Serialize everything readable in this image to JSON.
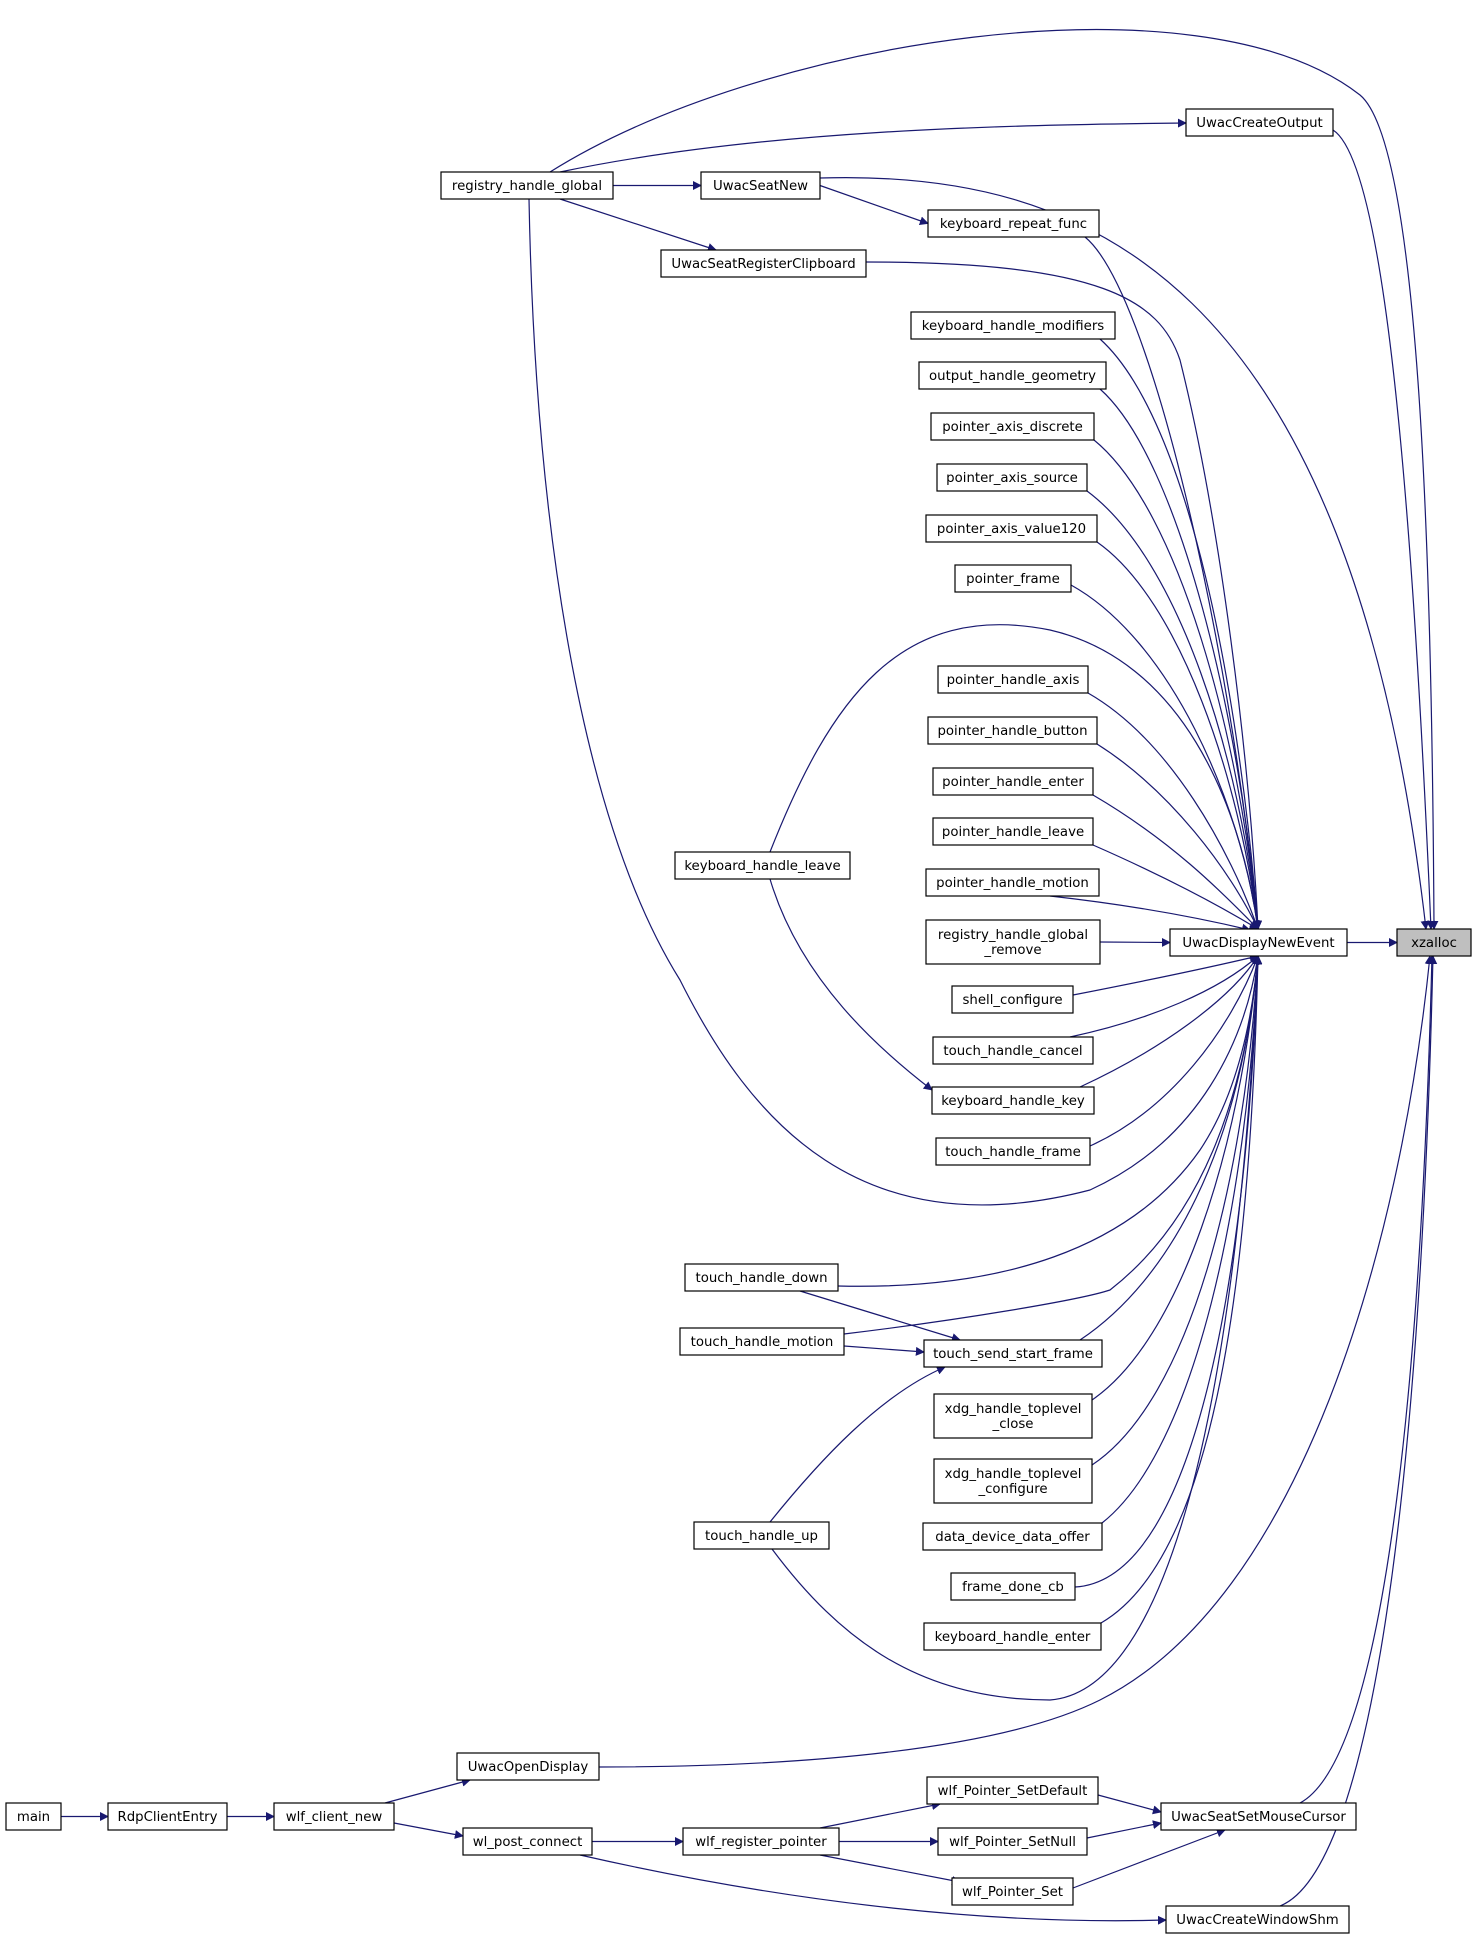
{
  "nodes": [
    {
      "id": "xzalloc",
      "lines": [
        "xzalloc"
      ],
      "focus": true
    },
    {
      "id": "UwacDisplayNewEvent",
      "lines": [
        "UwacDisplayNewEvent"
      ]
    },
    {
      "id": "UwacCreateOutput",
      "lines": [
        "UwacCreateOutput"
      ]
    },
    {
      "id": "registry_handle_global",
      "lines": [
        "registry_handle_global"
      ]
    },
    {
      "id": "UwacSeatNew",
      "lines": [
        "UwacSeatNew"
      ]
    },
    {
      "id": "keyboard_repeat_func",
      "lines": [
        "keyboard_repeat_func"
      ]
    },
    {
      "id": "UwacSeatRegisterClipboard",
      "lines": [
        "UwacSeatRegisterClipboard"
      ]
    },
    {
      "id": "keyboard_handle_modifiers",
      "lines": [
        "keyboard_handle_modifiers"
      ]
    },
    {
      "id": "output_handle_geometry",
      "lines": [
        "output_handle_geometry"
      ]
    },
    {
      "id": "pointer_axis_discrete",
      "lines": [
        "pointer_axis_discrete"
      ]
    },
    {
      "id": "pointer_axis_source",
      "lines": [
        "pointer_axis_source"
      ]
    },
    {
      "id": "pointer_axis_value120",
      "lines": [
        "pointer_axis_value120"
      ]
    },
    {
      "id": "pointer_frame",
      "lines": [
        "pointer_frame"
      ]
    },
    {
      "id": "pointer_handle_axis",
      "lines": [
        "pointer_handle_axis"
      ]
    },
    {
      "id": "pointer_handle_button",
      "lines": [
        "pointer_handle_button"
      ]
    },
    {
      "id": "pointer_handle_enter",
      "lines": [
        "pointer_handle_enter"
      ]
    },
    {
      "id": "pointer_handle_leave",
      "lines": [
        "pointer_handle_leave"
      ]
    },
    {
      "id": "keyboard_handle_leave",
      "lines": [
        "keyboard_handle_leave"
      ]
    },
    {
      "id": "pointer_handle_motion",
      "lines": [
        "pointer_handle_motion"
      ]
    },
    {
      "id": "registry_handle_global_remove",
      "lines": [
        "registry_handle_global",
        "_remove"
      ]
    },
    {
      "id": "shell_configure",
      "lines": [
        "shell_configure"
      ]
    },
    {
      "id": "touch_handle_cancel",
      "lines": [
        "touch_handle_cancel"
      ]
    },
    {
      "id": "keyboard_handle_key",
      "lines": [
        "keyboard_handle_key"
      ]
    },
    {
      "id": "touch_handle_frame",
      "lines": [
        "touch_handle_frame"
      ]
    },
    {
      "id": "touch_handle_down",
      "lines": [
        "touch_handle_down"
      ]
    },
    {
      "id": "touch_handle_motion",
      "lines": [
        "touch_handle_motion"
      ]
    },
    {
      "id": "touch_send_start_frame",
      "lines": [
        "touch_send_start_frame"
      ]
    },
    {
      "id": "xdg_handle_toplevel_close",
      "lines": [
        "xdg_handle_toplevel",
        "_close"
      ]
    },
    {
      "id": "xdg_handle_toplevel_configure",
      "lines": [
        "xdg_handle_toplevel",
        "_configure"
      ]
    },
    {
      "id": "touch_handle_up",
      "lines": [
        "touch_handle_up"
      ]
    },
    {
      "id": "data_device_data_offer",
      "lines": [
        "data_device_data_offer"
      ]
    },
    {
      "id": "frame_done_cb",
      "lines": [
        "frame_done_cb"
      ]
    },
    {
      "id": "keyboard_handle_enter",
      "lines": [
        "keyboard_handle_enter"
      ]
    },
    {
      "id": "UwacOpenDisplay",
      "lines": [
        "UwacOpenDisplay"
      ]
    },
    {
      "id": "main",
      "lines": [
        "main"
      ]
    },
    {
      "id": "RdpClientEntry",
      "lines": [
        "RdpClientEntry"
      ]
    },
    {
      "id": "wlf_client_new",
      "lines": [
        "wlf_client_new"
      ]
    },
    {
      "id": "wl_post_connect",
      "lines": [
        "wl_post_connect"
      ]
    },
    {
      "id": "wlf_register_pointer",
      "lines": [
        "wlf_register_pointer"
      ]
    },
    {
      "id": "wlf_Pointer_SetDefault",
      "lines": [
        "wlf_Pointer_SetDefault"
      ]
    },
    {
      "id": "wlf_Pointer_SetNull",
      "lines": [
        "wlf_Pointer_SetNull"
      ]
    },
    {
      "id": "wlf_Pointer_Set",
      "lines": [
        "wlf_Pointer_Set"
      ]
    },
    {
      "id": "UwacSeatSetMouseCursor",
      "lines": [
        "UwacSeatSetMouseCursor"
      ]
    },
    {
      "id": "UwacCreateWindowShm",
      "lines": [
        "UwacCreateWindowShm"
      ]
    }
  ],
  "edges": [
    {
      "from": "UwacDisplayNewEvent",
      "to": "xzalloc"
    },
    {
      "from": "registry_handle_global",
      "to": "xzalloc"
    },
    {
      "from": "UwacCreateOutput",
      "to": "xzalloc"
    },
    {
      "from": "UwacSeatNew",
      "to": "xzalloc"
    },
    {
      "from": "UwacOpenDisplay",
      "to": "xzalloc"
    },
    {
      "from": "UwacSeatSetMouseCursor",
      "to": "xzalloc"
    },
    {
      "from": "UwacCreateWindowShm",
      "to": "xzalloc"
    },
    {
      "from": "registry_handle_global",
      "to": "UwacCreateOutput"
    },
    {
      "from": "registry_handle_global",
      "to": "UwacSeatNew"
    },
    {
      "from": "registry_handle_global",
      "to": "UwacSeatRegisterClipboard"
    },
    {
      "from": "registry_handle_global",
      "to": "UwacDisplayNewEvent"
    },
    {
      "from": "UwacSeatNew",
      "to": "keyboard_repeat_func"
    },
    {
      "from": "keyboard_repeat_func",
      "to": "UwacDisplayNewEvent"
    },
    {
      "from": "UwacSeatRegisterClipboard",
      "to": "UwacDisplayNewEvent"
    },
    {
      "from": "keyboard_handle_modifiers",
      "to": "UwacDisplayNewEvent"
    },
    {
      "from": "output_handle_geometry",
      "to": "UwacDisplayNewEvent"
    },
    {
      "from": "pointer_axis_discrete",
      "to": "UwacDisplayNewEvent"
    },
    {
      "from": "pointer_axis_source",
      "to": "UwacDisplayNewEvent"
    },
    {
      "from": "pointer_axis_value120",
      "to": "UwacDisplayNewEvent"
    },
    {
      "from": "pointer_frame",
      "to": "UwacDisplayNewEvent"
    },
    {
      "from": "pointer_handle_axis",
      "to": "UwacDisplayNewEvent"
    },
    {
      "from": "pointer_handle_button",
      "to": "UwacDisplayNewEvent"
    },
    {
      "from": "pointer_handle_enter",
      "to": "UwacDisplayNewEvent"
    },
    {
      "from": "pointer_handle_leave",
      "to": "UwacDisplayNewEvent"
    },
    {
      "from": "pointer_handle_motion",
      "to": "UwacDisplayNewEvent"
    },
    {
      "from": "keyboard_handle_leave",
      "to": "UwacDisplayNewEvent"
    },
    {
      "from": "keyboard_handle_leave",
      "to": "keyboard_handle_key"
    },
    {
      "from": "registry_handle_global_remove",
      "to": "UwacDisplayNewEvent"
    },
    {
      "from": "shell_configure",
      "to": "UwacDisplayNewEvent"
    },
    {
      "from": "touch_handle_cancel",
      "to": "UwacDisplayNewEvent"
    },
    {
      "from": "keyboard_handle_key",
      "to": "UwacDisplayNewEvent"
    },
    {
      "from": "touch_handle_frame",
      "to": "UwacDisplayNewEvent"
    },
    {
      "from": "touch_handle_down",
      "to": "UwacDisplayNewEvent"
    },
    {
      "from": "touch_handle_down",
      "to": "touch_send_start_frame"
    },
    {
      "from": "touch_handle_motion",
      "to": "UwacDisplayNewEvent"
    },
    {
      "from": "touch_handle_motion",
      "to": "touch_send_start_frame"
    },
    {
      "from": "touch_send_start_frame",
      "to": "UwacDisplayNewEvent"
    },
    {
      "from": "touch_handle_up",
      "to": "touch_send_start_frame"
    },
    {
      "from": "touch_handle_up",
      "to": "UwacDisplayNewEvent"
    },
    {
      "from": "xdg_handle_toplevel_close",
      "to": "UwacDisplayNewEvent"
    },
    {
      "from": "xdg_handle_toplevel_configure",
      "to": "UwacDisplayNewEvent"
    },
    {
      "from": "data_device_data_offer",
      "to": "UwacDisplayNewEvent"
    },
    {
      "from": "frame_done_cb",
      "to": "UwacDisplayNewEvent"
    },
    {
      "from": "keyboard_handle_enter",
      "to": "UwacDisplayNewEvent"
    },
    {
      "from": "main",
      "to": "RdpClientEntry"
    },
    {
      "from": "RdpClientEntry",
      "to": "wlf_client_new"
    },
    {
      "from": "wlf_client_new",
      "to": "UwacOpenDisplay"
    },
    {
      "from": "wlf_client_new",
      "to": "wl_post_connect"
    },
    {
      "from": "wl_post_connect",
      "to": "wlf_register_pointer"
    },
    {
      "from": "wl_post_connect",
      "to": "UwacCreateWindowShm"
    },
    {
      "from": "wlf_register_pointer",
      "to": "wlf_Pointer_SetDefault"
    },
    {
      "from": "wlf_register_pointer",
      "to": "wlf_Pointer_SetNull"
    },
    {
      "from": "wlf_register_pointer",
      "to": "wlf_Pointer_Set"
    },
    {
      "from": "wlf_Pointer_SetDefault",
      "to": "UwacSeatSetMouseCursor"
    },
    {
      "from": "wlf_Pointer_SetNull",
      "to": "UwacSeatSetMouseCursor"
    },
    {
      "from": "wlf_Pointer_Set",
      "to": "UwacSeatSetMouseCursor"
    }
  ]
}
